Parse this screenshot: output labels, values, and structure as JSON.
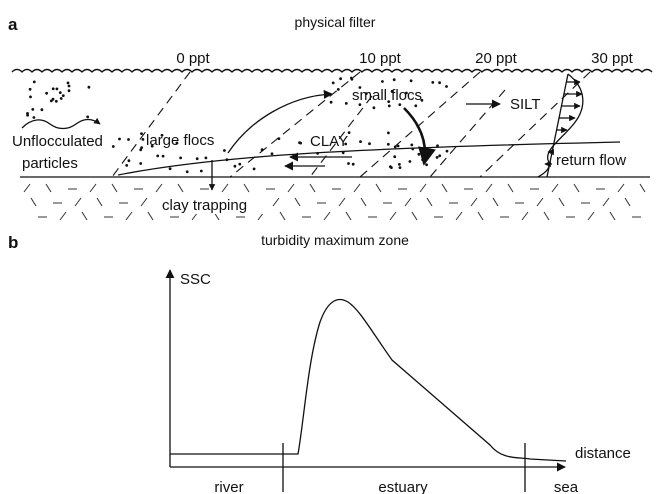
{
  "panel_a": {
    "letter": "a",
    "title": "physical filter",
    "salinity_labels": [
      "0 ppt",
      "10 ppt",
      "20 ppt",
      "30 ppt"
    ],
    "labels": {
      "unflocculated_1": "Unflocculated",
      "unflocculated_2": "particles",
      "large_flocs": "large flocs",
      "small_flocs": "small flocs",
      "silt": "SILT",
      "clay": "CLAY",
      "return_flow": "return flow",
      "clay_trapping": "clay trapping"
    }
  },
  "panel_b": {
    "letter": "b",
    "title": "turbidity maximum zone",
    "y_axis_label": "SSC",
    "x_axis_label": "distance",
    "zones": [
      "river",
      "estuary",
      "sea"
    ]
  }
}
